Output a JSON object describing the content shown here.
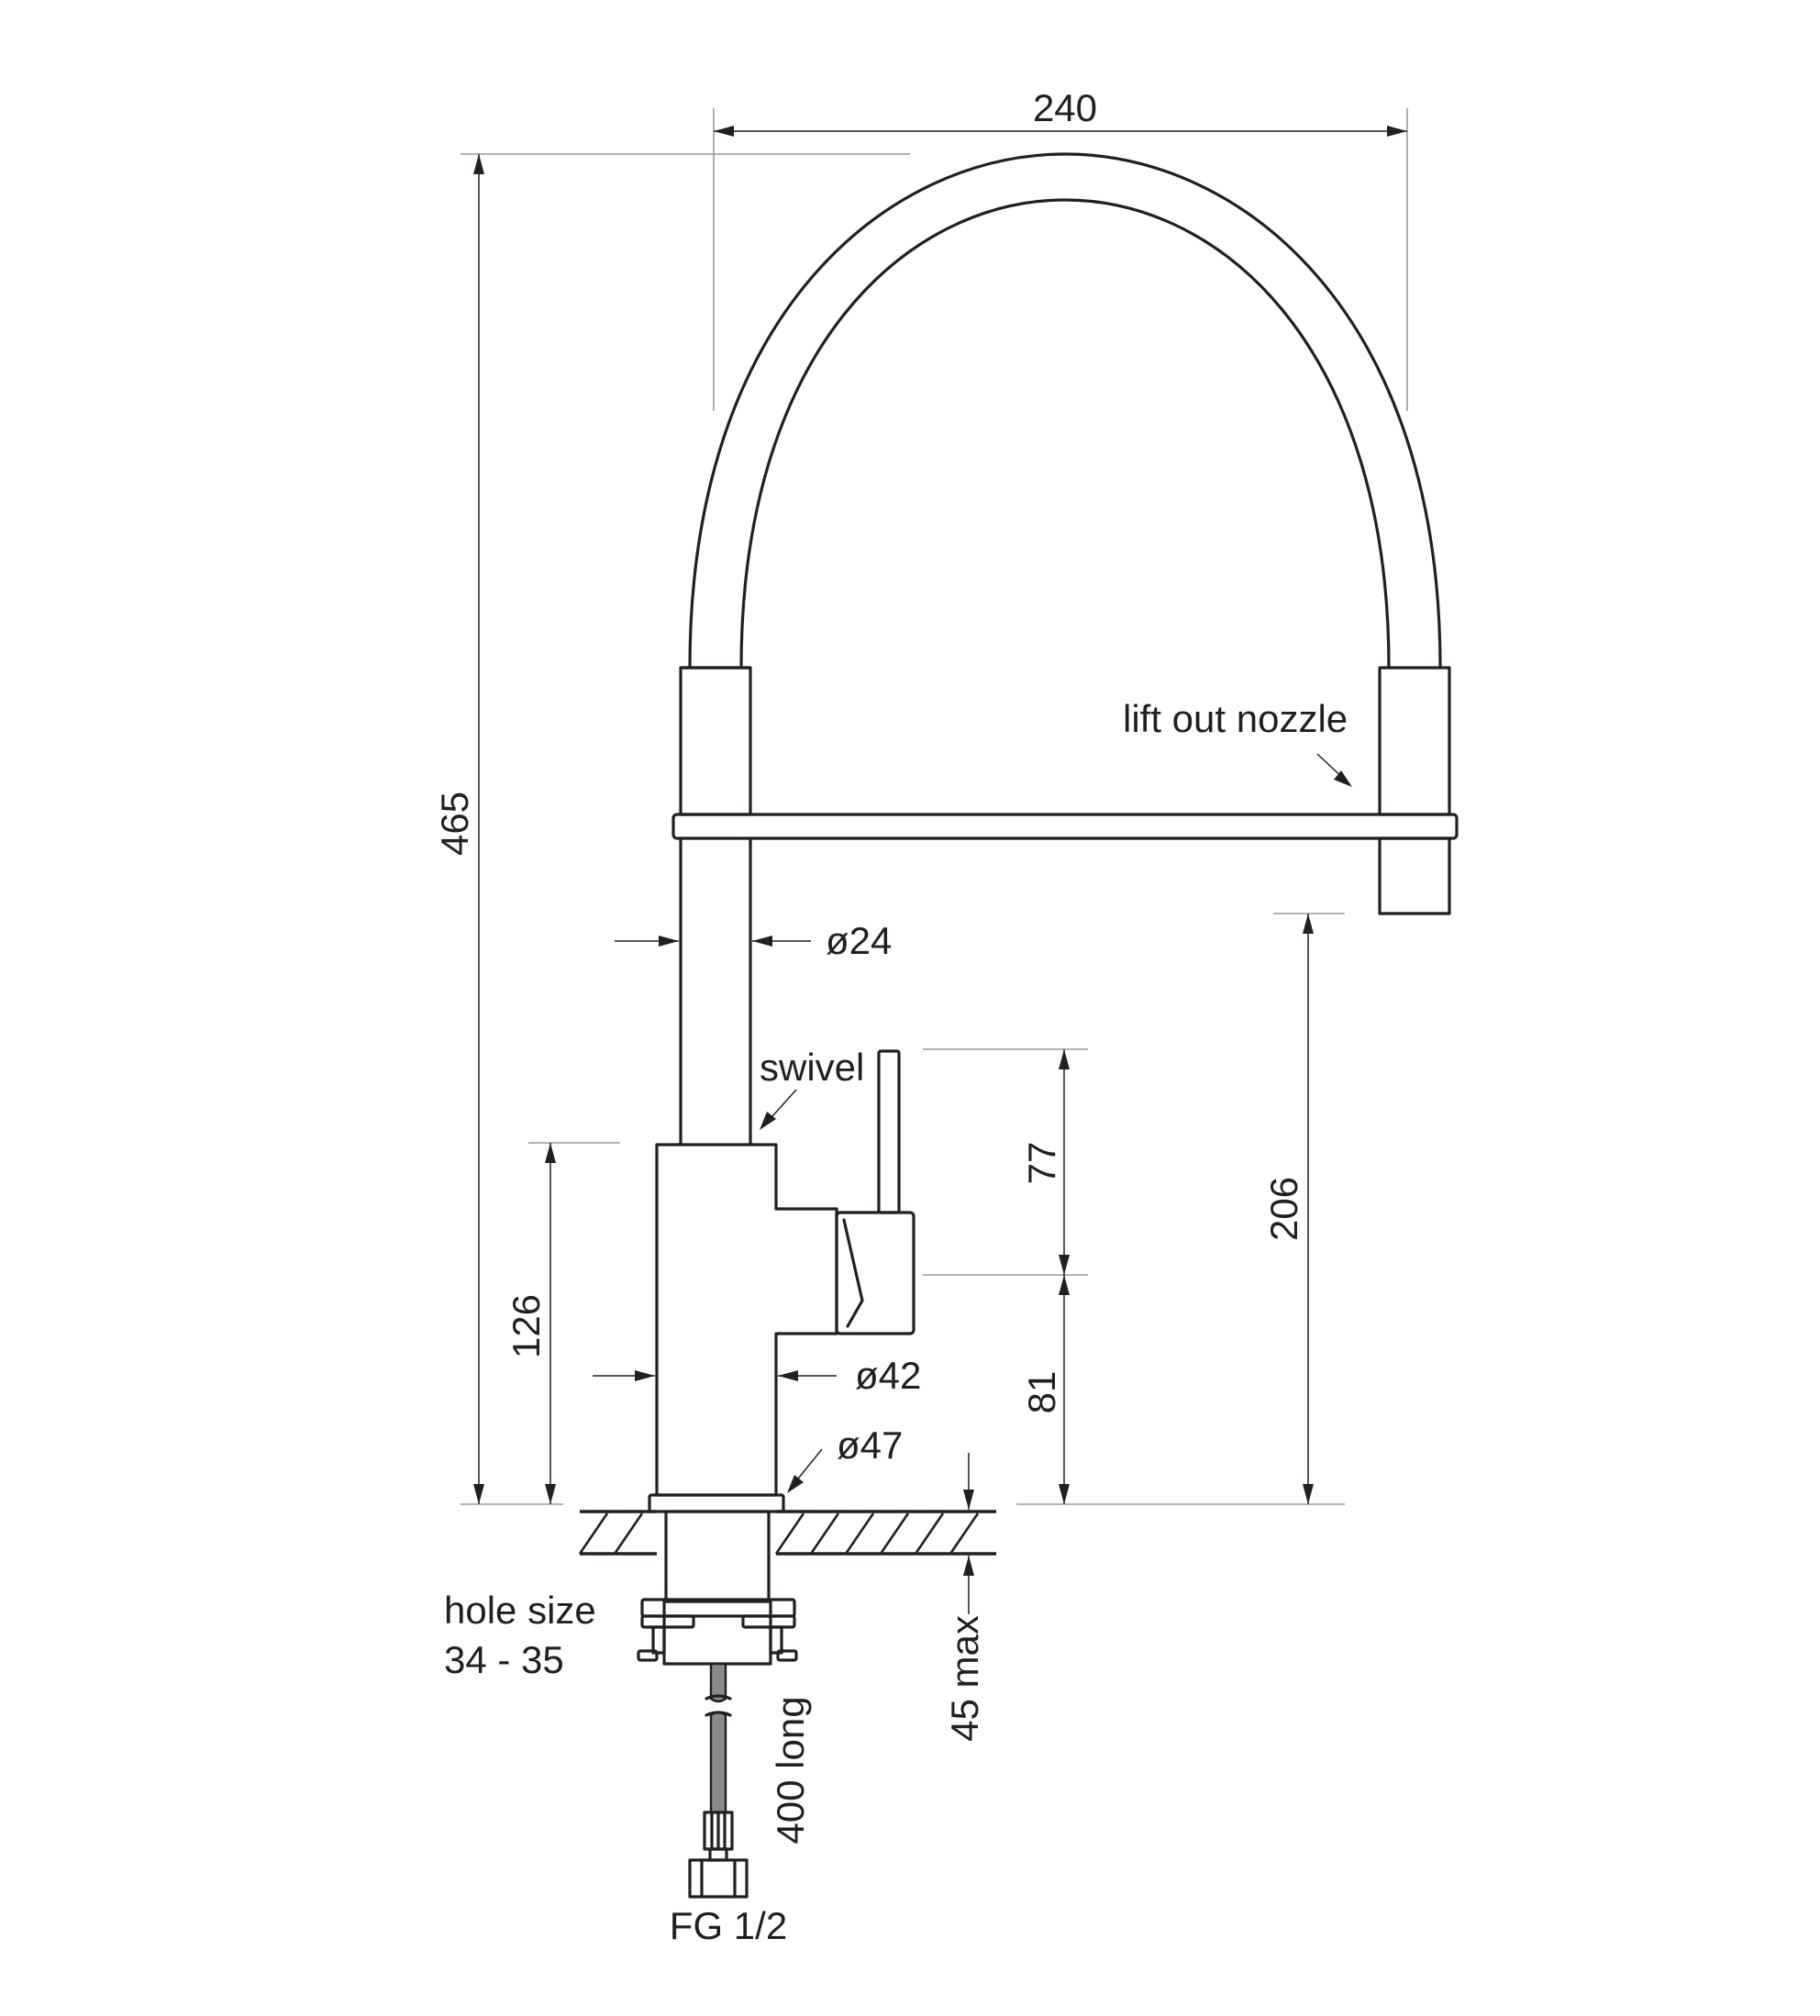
{
  "labels": {
    "width_240": "240",
    "height_465": "465",
    "lift_out_nozzle": "lift out nozzle",
    "dia_24": "ø24",
    "swivel": "swivel",
    "dim_77": "77",
    "dim_206": "206",
    "dim_126": "126",
    "dia_42": "ø42",
    "dim_81": "81",
    "dia_47": "ø47",
    "hole_size_line1": "hole size",
    "hole_size_line2": "34 - 35",
    "max_45": "45 max",
    "hose_400": "400 long",
    "fg_12": "FG 1/2"
  }
}
